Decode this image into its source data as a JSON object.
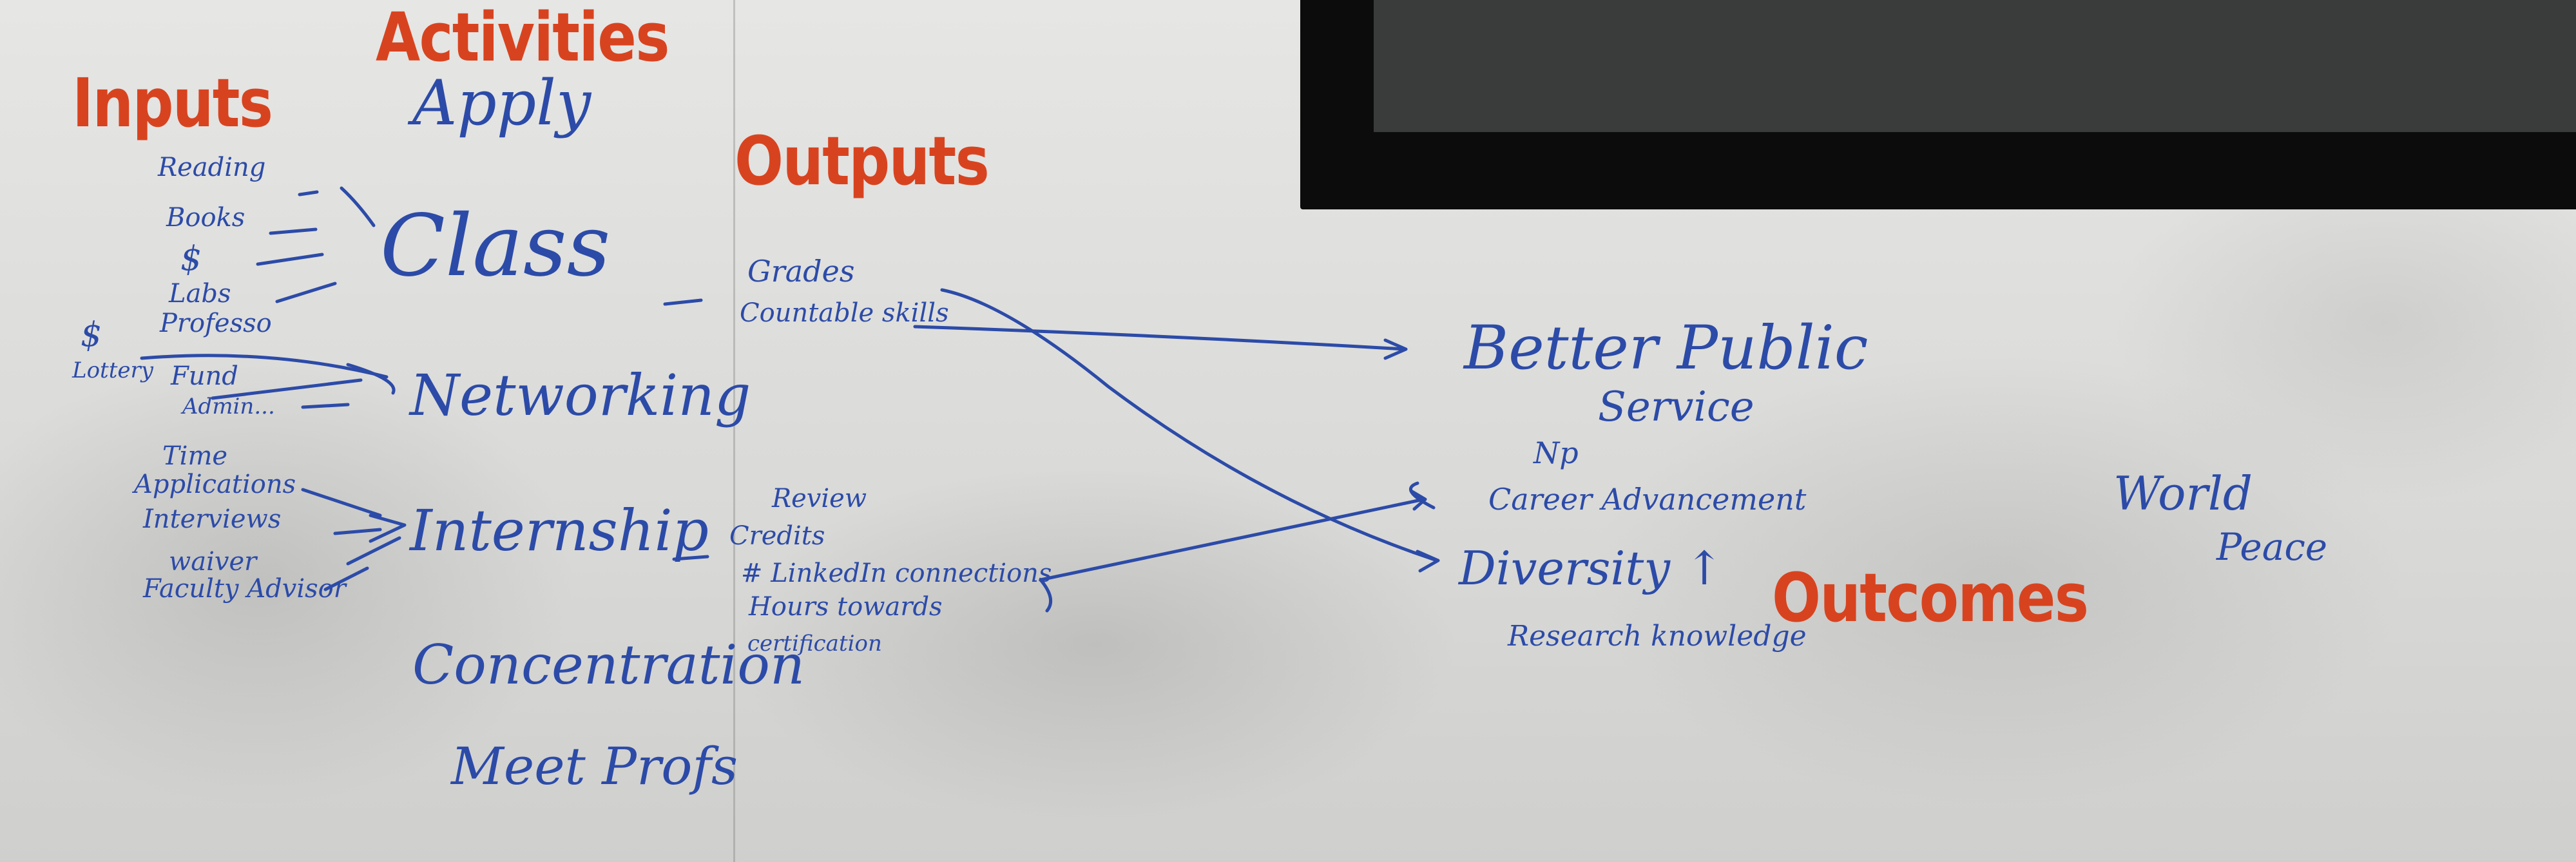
{
  "headings": {
    "inputs": "Inputs",
    "activities": "Activities",
    "outputs": "Outputs",
    "outcomes": "Outcomes"
  },
  "inputs": {
    "reading": "Reading",
    "books": "Books",
    "money": "$",
    "labs": "Labs",
    "professor": "Professo",
    "money_2": "$",
    "lottery": "Lottery",
    "fund": "Fund",
    "admin": "Admin...",
    "time": "Time",
    "applications": "Applications",
    "interviews": "Interviews",
    "waiver": "waiver",
    "faculty_advisor": "Faculty Advisor"
  },
  "activities": {
    "apply": "Apply",
    "class": "Class",
    "networking": "Networking",
    "internship": "Internship",
    "concentration": "Concentration",
    "meet_profs": "Meet Profs"
  },
  "outputs": {
    "grades": "Grades",
    "countable_skills": "Countable skills",
    "review": "Review",
    "credits": "Credits",
    "linkedin_connections": "# LinkedIn connections",
    "hours_towards": "Hours towards",
    "certification": "certification"
  },
  "outcomes": {
    "better_public": "Better Public",
    "service": "Service",
    "np": "Np",
    "career_advancement": "Career Advancement",
    "diversity": "Diversity ↑",
    "research_knowledge": "Research knowledge",
    "world": "World",
    "peace": "Peace"
  },
  "colors": {
    "heading_red": "#d8431f",
    "marker_blue": "#2c4ba8",
    "board_white": "#e4e4e2",
    "monitor_frame": "#0c0c0c",
    "monitor_screen": "#3a3c3b"
  }
}
